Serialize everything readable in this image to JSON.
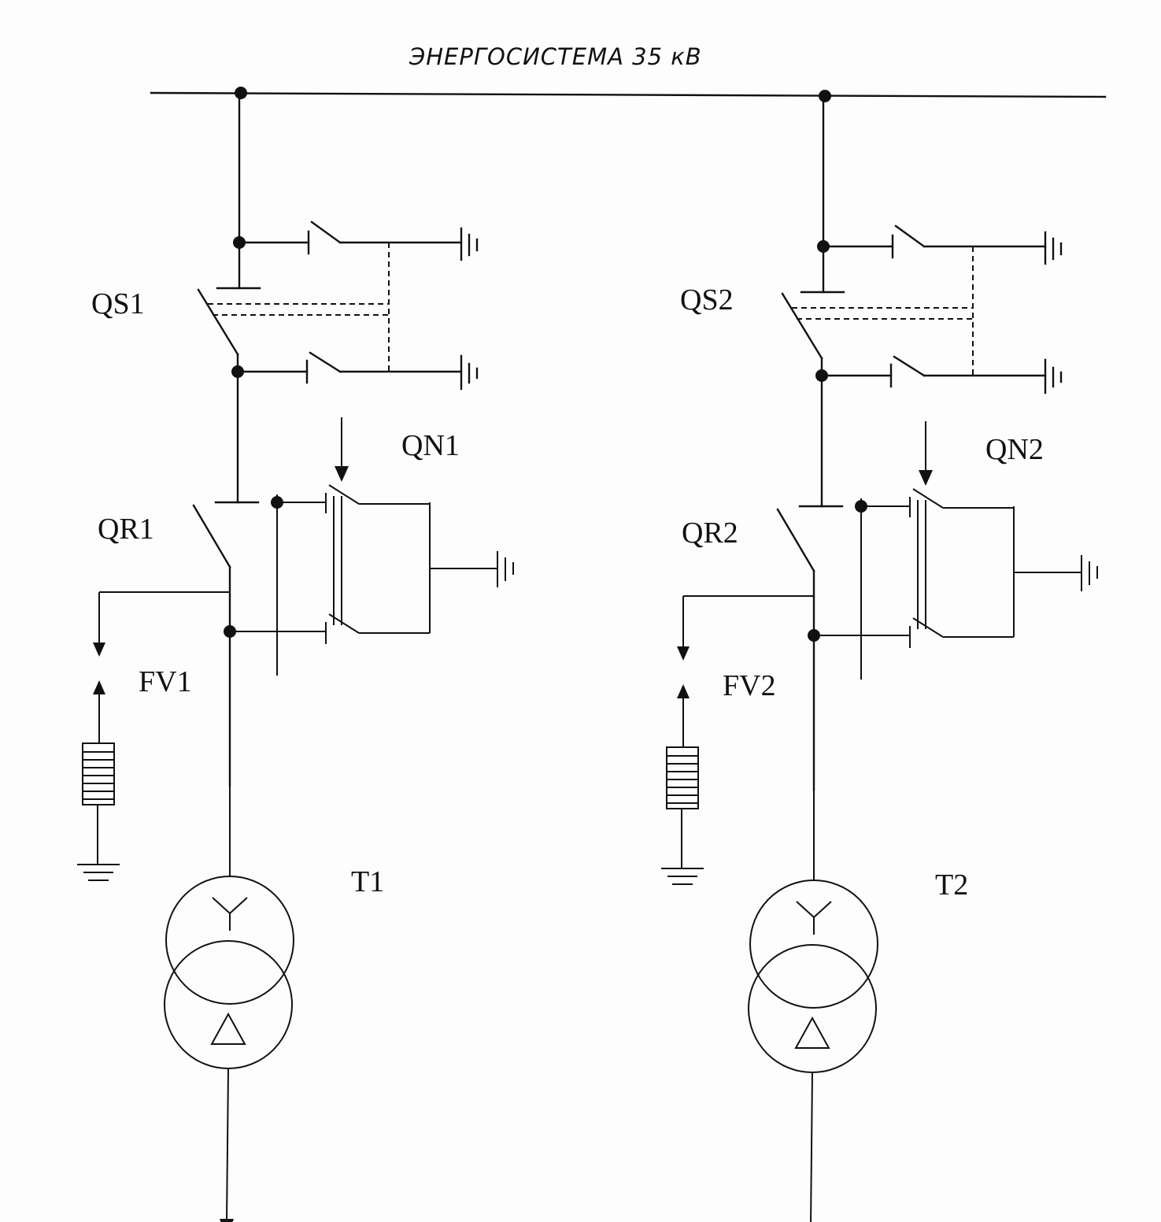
{
  "diagram": {
    "title": "ЭНЕРГОСИСТЕМА 35 кВ",
    "type": "single-line electrical schematic",
    "colors": {
      "line": "#111111",
      "background": "#fdfdfd"
    },
    "bays": [
      {
        "id": "bay-1",
        "labels": {
          "disconnector": "QS1",
          "short_circuiter": "QN1",
          "separator": "QR1",
          "surge_arrester": "FV1",
          "transformer": "T1"
        },
        "transformer_windings": {
          "primary": "Y",
          "secondary": "Δ"
        }
      },
      {
        "id": "bay-2",
        "labels": {
          "disconnector": "QS2",
          "short_circuiter": "QN2",
          "separator": "QR2",
          "surge_arrester": "FV2",
          "transformer": "T2"
        },
        "transformer_windings": {
          "primary": "Y",
          "secondary": "Δ"
        }
      }
    ]
  }
}
